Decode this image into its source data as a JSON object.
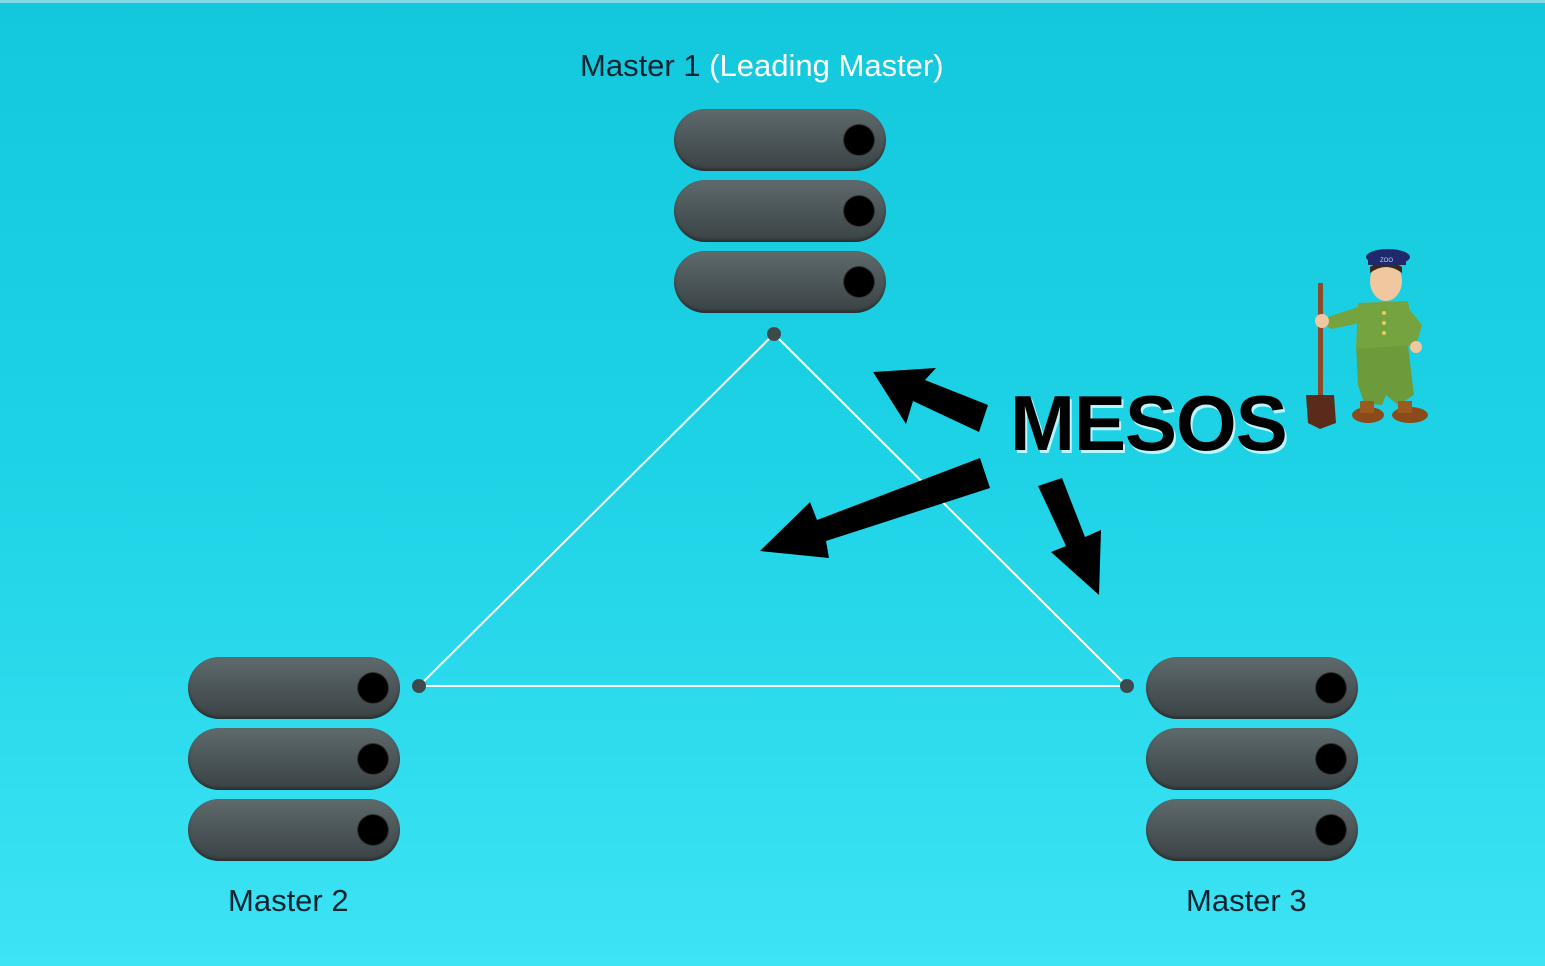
{
  "diagram": {
    "title_word": "MESOS",
    "colors": {
      "background_top": "#13c8dc",
      "background_bottom": "#3ce4f4",
      "server_body": "#4a5456",
      "server_led": "#000000",
      "link_line": "#ffffff",
      "node_dot": "#3d4a4d",
      "arrow": "#000000"
    },
    "nodes": [
      {
        "id": "master-1",
        "label": "Master 1",
        "sublabel": "(Leading Master)",
        "role": "leader",
        "disks": 3
      },
      {
        "id": "master-2",
        "label": "Master 2",
        "sublabel": "",
        "role": "follower",
        "disks": 3
      },
      {
        "id": "master-3",
        "label": "Master 3",
        "sublabel": "",
        "role": "follower",
        "disks": 3
      }
    ],
    "edges": [
      {
        "from": "master-1",
        "to": "master-2"
      },
      {
        "from": "master-1",
        "to": "master-3"
      },
      {
        "from": "master-2",
        "to": "master-3"
      }
    ],
    "arrows_from_mesos": [
      "toward master-1 link",
      "toward triangle center",
      "toward master-3 link"
    ],
    "mascot": "zookeeper-with-shovel"
  }
}
